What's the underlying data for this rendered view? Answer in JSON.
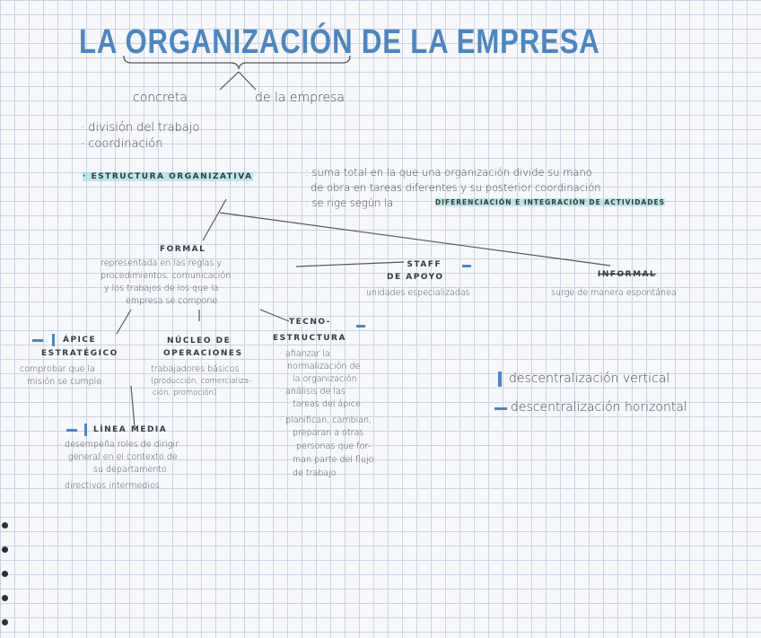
{
  "title": "LA ORGANIZACIÓN DE LA EMPRESA",
  "branches": [
    "concreta",
    "de la empresa"
  ],
  "bullets": [
    "· división del trabajo",
    "· coordinación"
  ],
  "estructura": {
    "heading": "· ESTRUCTURA ORGANIZATIVA",
    "def1": ": suma total en la que una organización divide su mano",
    "def2": "de obra en tareas diferentes y su posterior coordinación",
    "def3a": ": se rige según la",
    "def3b": "DIFERENCIACIÓN E INTEGRACIÓN DE ACTIVIDADES"
  },
  "formal": {
    "heading": "FORMAL",
    "lines": [
      "representada en las reglas y",
      "procedimientos, comunicación",
      "y los trabajos de los que la",
      "empresa se compone"
    ]
  },
  "staff": {
    "heading1": "STAFF",
    "heading2": "DE APOYO",
    "desc": "unidades especializadas"
  },
  "informal": {
    "heading": "INFORMAL",
    "desc": "surge de manera espontánea"
  },
  "apice": {
    "heading1": "ÁPICE",
    "heading2": "ESTRATÉGICO",
    "lines": [
      "comprobar que la",
      "misión se cumple"
    ]
  },
  "nucleo": {
    "heading1": "NÚCLEO DE",
    "heading2": "OPERACIONES",
    "lines": [
      "trabajadores básicos",
      "(producción, comercializa-",
      "ción, promoción)"
    ]
  },
  "tecno": {
    "heading1": "TECNO-",
    "heading2": "ESTRUCTURA",
    "lines": [
      "· afianzar la",
      "normalización de",
      "la organización",
      "· análisis de las",
      "tareas del ápice",
      "· planifican, cambian,",
      "preparan a otras",
      "personas que for-",
      "man parte del flujo",
      "de trabajo",
      ""
    ]
  },
  "linea": {
    "heading": "LÍNEA MEDIA",
    "lines": [
      "· desempeña roles de dirigir",
      "general en el contexto de",
      "su departamento",
      "· directivos intermedios"
    ]
  },
  "legend": {
    "vertical": "descentralización vertical",
    "horizontal": "descentralización horizontal"
  }
}
